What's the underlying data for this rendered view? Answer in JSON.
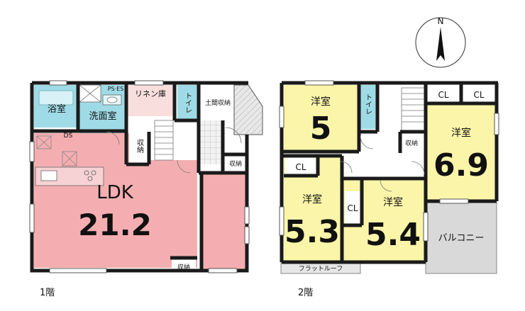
{
  "compass": {
    "north_label": "N"
  },
  "floor1": {
    "caption": "1階",
    "rooms": {
      "bath": "浴室",
      "washroom": "洗面室",
      "ps_es": "PS·ES",
      "linen": "リネン庫",
      "toilet": "トイレ",
      "earth_storage": "土間収納",
      "storage_center": "収納",
      "storage_right": "収納",
      "storage_bottom": "収納",
      "ds": "DS",
      "ldk_name": "LDK",
      "ldk_size": "21.2"
    }
  },
  "floor2": {
    "caption": "2階",
    "rooms": {
      "room_a_name": "洋室",
      "room_a_size": "5",
      "toilet": "トイレ",
      "cl_top_left": "CL",
      "cl_top_right": "CL",
      "room_b_name": "洋室",
      "room_b_size": "6.9",
      "storage": "収納",
      "cl_mid": "CL",
      "room_c_name": "洋室",
      "room_c_size": "5.3",
      "cl_small": "CL",
      "room_d_name": "洋室",
      "room_d_size": "5.4",
      "balcony": "バルコニー",
      "flat_roof": "フラットルーフ"
    }
  },
  "colors": {
    "ldk": "#f4aeb1",
    "bath": "#9fdbe6",
    "linen": "#f9dede",
    "western": "#fbf5a9",
    "balcony": "#d9d9d9",
    "wall": "#1a1a1a"
  }
}
